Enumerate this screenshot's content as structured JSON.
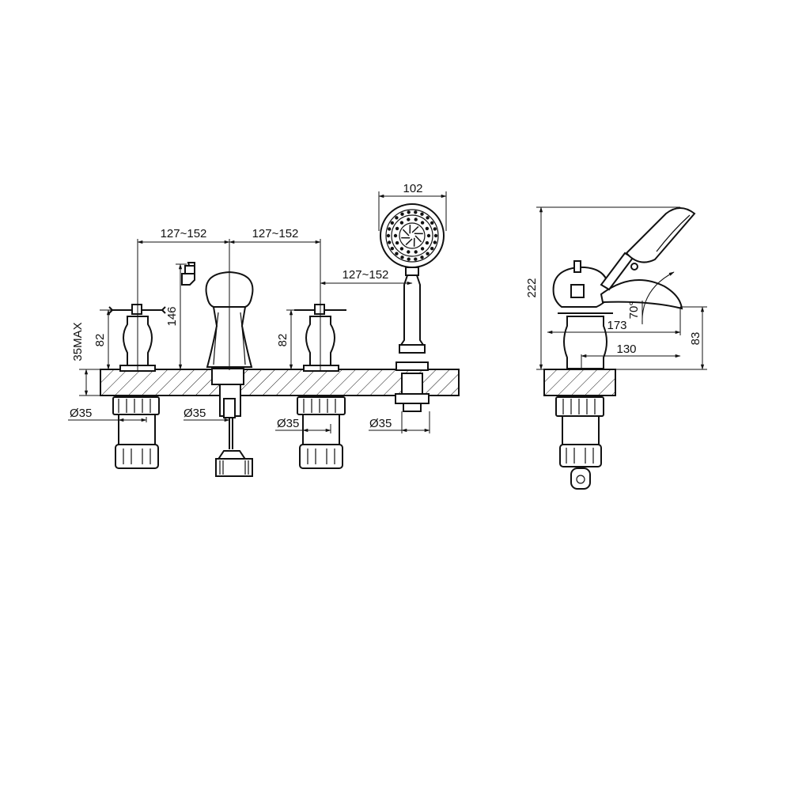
{
  "front_view": {
    "spacing_left": "127~152",
    "spacing_right": "127~152",
    "spacing_shower": "127~152",
    "head_width": "102",
    "deck_thickness": "35MAX",
    "left_handle_height": "82",
    "spout_height": "146",
    "right_handle_height": "82",
    "dia_left": "Ø35",
    "dia_spout": "Ø35",
    "dia_right": "Ø35",
    "dia_shower": "Ø35"
  },
  "side_view": {
    "total_height": "222",
    "angle": "70°",
    "spout_reach": "173",
    "reach_130": "130",
    "spout_height": "83"
  }
}
